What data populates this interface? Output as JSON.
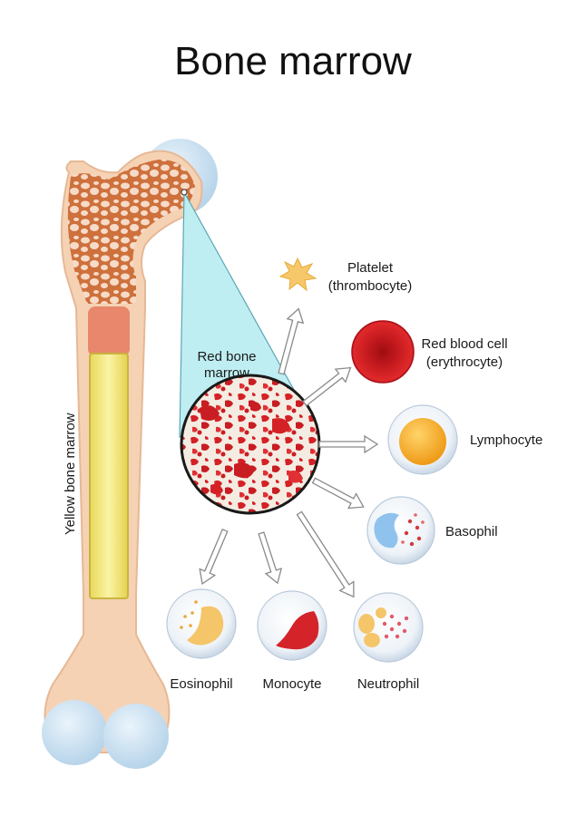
{
  "title": "Bone marrow",
  "labels": {
    "yellow_marrow": "Yellow bone marrow",
    "red_marrow_line1": "Red bone",
    "red_marrow_line2": "marrow",
    "platelet_line1": "Platelet",
    "platelet_line2": "(thrombocyte)",
    "rbc_line1": "Red blood cell",
    "rbc_line2": "(erythrocyte)",
    "lymphocyte": "Lymphocyte",
    "basophil": "Basophil",
    "eosinophil": "Eosinophil",
    "monocyte": "Monocyte",
    "neutrophil": "Neutrophil"
  },
  "colors": {
    "bone": "#f6d2b4",
    "cartilage": "#cfe3f4",
    "red_marrow": "#c81f22",
    "yellow_marrow": "#f1e47a",
    "magnifier": "#bfeef2"
  }
}
